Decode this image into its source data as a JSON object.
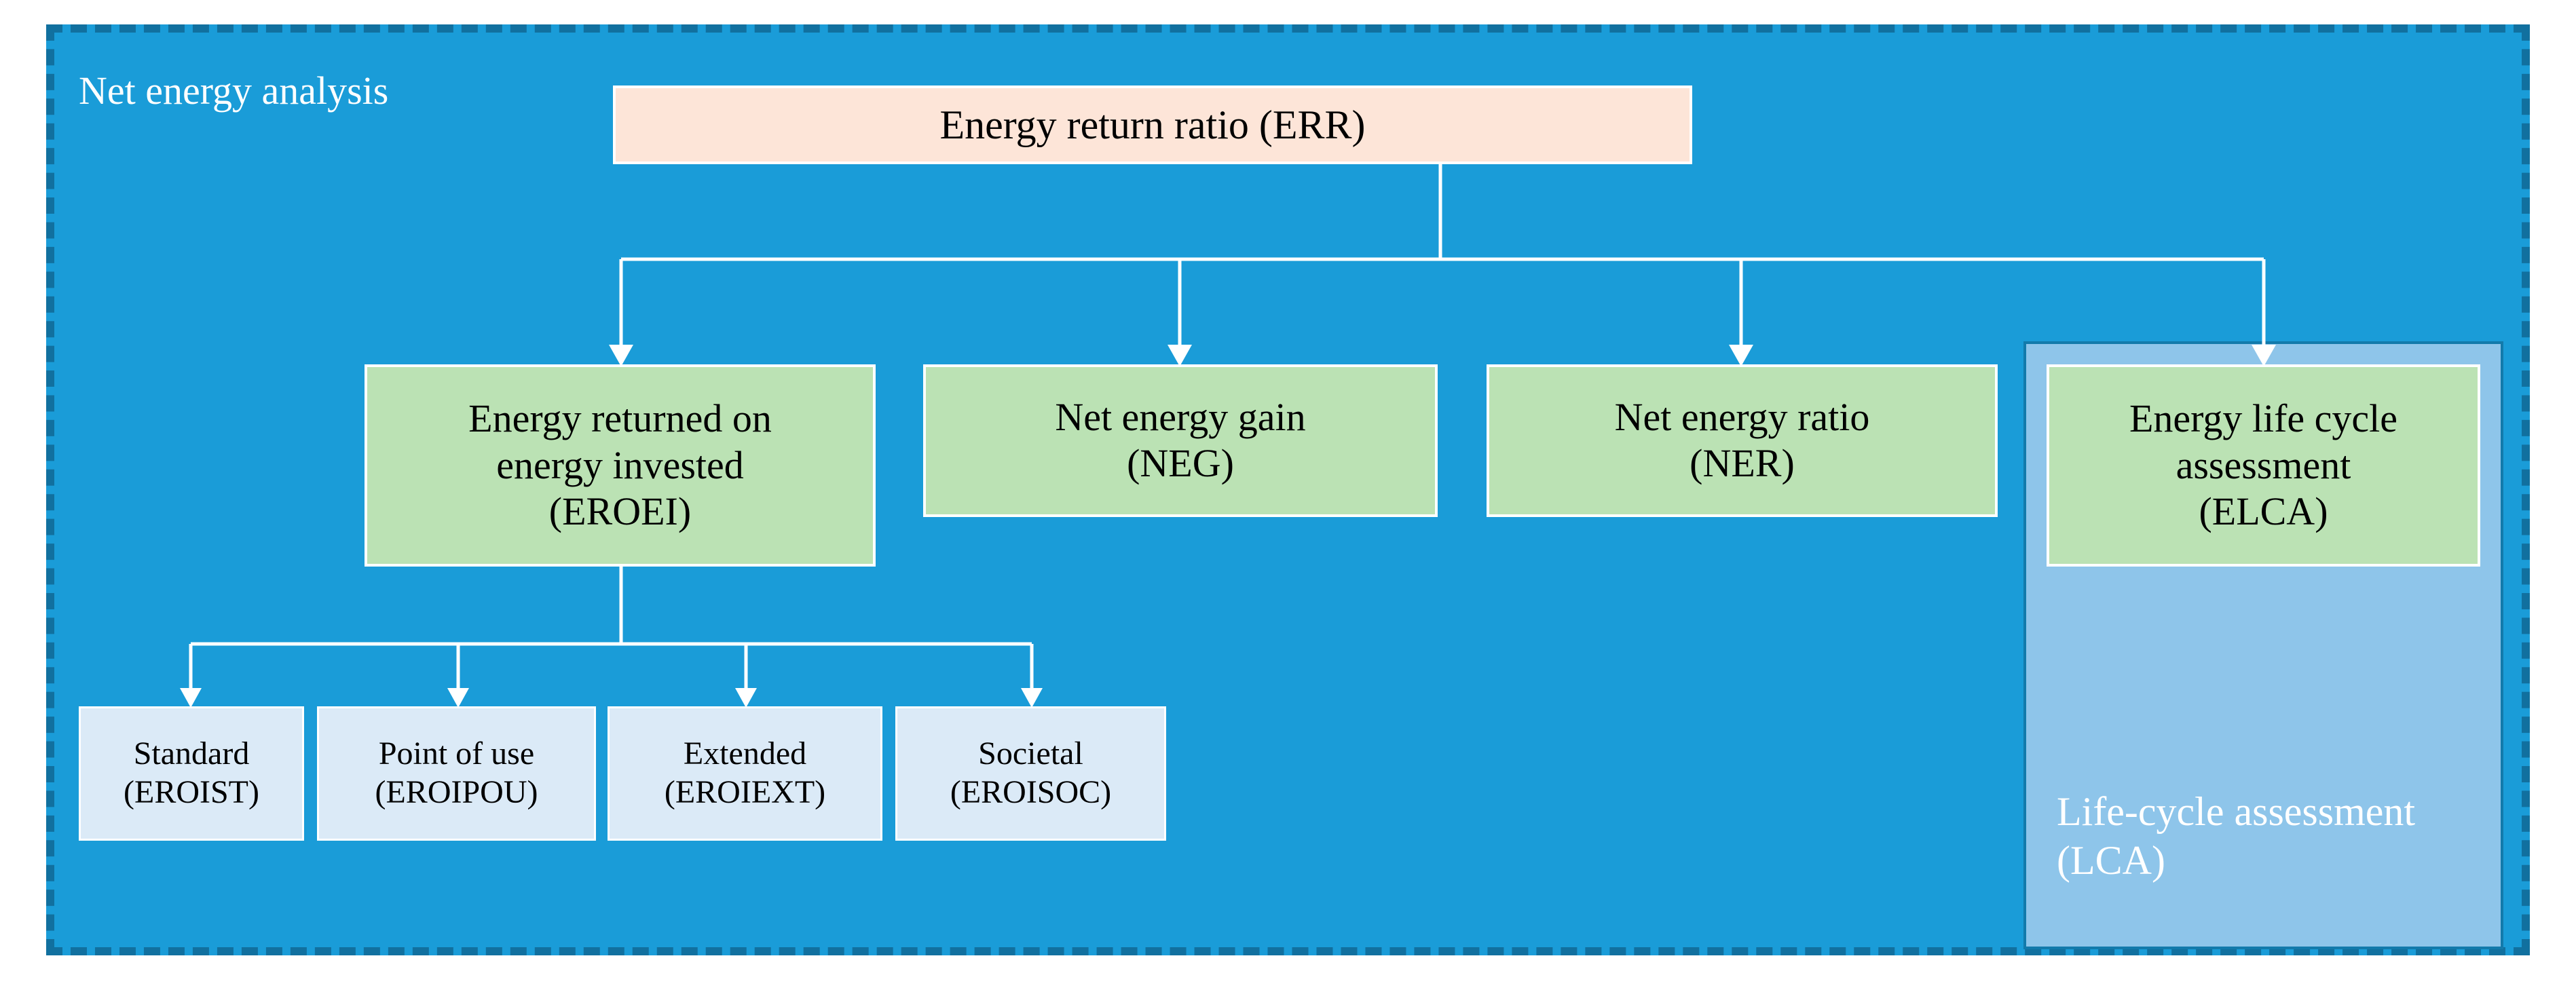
{
  "container": {
    "label": "Net energy analysis"
  },
  "root": {
    "label": "Energy return ratio (ERR)"
  },
  "children": [
    {
      "label": "Energy returned on\nenergy invested\n(EROEI)"
    },
    {
      "label": "Net energy gain\n(NEG)"
    },
    {
      "label": "Net energy ratio\n(NER)"
    },
    {
      "label": "Energy life cycle\nassessment\n(ELCA)"
    }
  ],
  "eroei_types": [
    {
      "label": "Standard\n(EROIST)"
    },
    {
      "label": "Point of use\n(EROIPOU)"
    },
    {
      "label": "Extended\n(EROIEXT)"
    },
    {
      "label": "Societal\n(EROISOC)"
    }
  ],
  "lca_region": {
    "label": "Life-cycle assessment\n(LCA)"
  },
  "colors": {
    "background": "#1a9cd8",
    "dashed_border": "#11709f",
    "root_fill": "#fde5d8",
    "child_fill": "#bbe2b4",
    "type_fill": "#dbeaf7",
    "lca_fill": "#8ec5ea",
    "connector": "#ffffff"
  }
}
